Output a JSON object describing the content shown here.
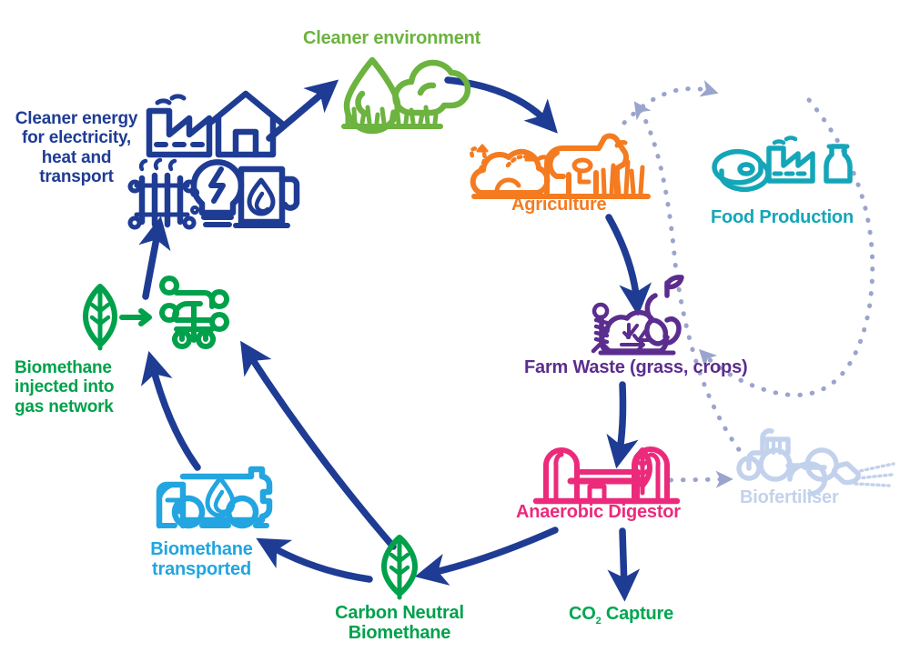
{
  "diagram": {
    "title": "Biomethane circular economy cycle",
    "type": "cycle-diagram"
  },
  "colors": {
    "arrow_blue": "#1F3C94",
    "cleaner_environment_green": "#6CB33F",
    "cleaner_energy_blue": "#1F3C94",
    "agriculture_orange": "#F47B20",
    "food_production_teal": "#14A6B8",
    "farm_waste_purple": "#5B2D8E",
    "anaerobic_digestor_pink": "#EC2A7B",
    "biofertiliser_lightblue": "#C3D2EC",
    "co2_capture_green": "#00A651",
    "carbon_neutral_green": "#00A14B",
    "biomethane_transported_blue": "#22A5E0",
    "gas_network_green": "#00A14B",
    "dotted_line_lavender": "#9BA4CC"
  },
  "nodes": [
    {
      "id": "cleaner-environment",
      "label": "Cleaner environment",
      "color": "#6CB33F",
      "icons": [
        "water-droplet-icon",
        "cloud-icon",
        "grass-icon"
      ],
      "label_position": "above"
    },
    {
      "id": "cleaner-energy",
      "label": "Cleaner energy\nfor electricity,\nheat and\ntransport",
      "label_lines": [
        "Cleaner energy",
        "for electricity,",
        "heat and",
        "transport"
      ],
      "color": "#1F3C94",
      "icons": [
        "factory-icon",
        "house-icon",
        "radiator-icon",
        "lightbulb-icon",
        "fuel-pump-icon"
      ],
      "label_position": "left"
    },
    {
      "id": "agriculture",
      "label": "Agriculture",
      "color": "#F47B20",
      "icons": [
        "bush-icon",
        "cow-icon",
        "grass-icon"
      ],
      "label_position": "below"
    },
    {
      "id": "food-production",
      "label": "Food Production",
      "color": "#14A6B8",
      "icons": [
        "meat-steak-icon",
        "factory-icon",
        "milk-bottle-icon"
      ],
      "label_position": "below"
    },
    {
      "id": "farm-waste",
      "label": "Farm Waste (grass, crops)",
      "color": "#5B2D8E",
      "icons": [
        "fish-bone-icon",
        "apple-core-icon",
        "waste-pile-recycle-icon"
      ],
      "label_position": "below"
    },
    {
      "id": "anaerobic-digestor",
      "label": "Anaerobic Digestor",
      "color": "#EC2A7B",
      "icons": [
        "digester-tanks-icon",
        "leaf-icon"
      ],
      "label_position": "below"
    },
    {
      "id": "biofertiliser",
      "label": "Biofertiliser",
      "color": "#C3D2EC",
      "icons": [
        "tractor-tanker-spreader-icon"
      ],
      "label_position": "below"
    },
    {
      "id": "co2-capture",
      "label_pre": "CO",
      "label_sub": "2",
      "label_post": " Capture",
      "label": "CO2 Capture",
      "color": "#00A651",
      "icons": [],
      "label_position": "below"
    },
    {
      "id": "carbon-neutral-biomethane",
      "label": "Carbon Neutral\nBiomethane",
      "label_lines": [
        "Carbon Neutral",
        "Biomethane"
      ],
      "color": "#00A14B",
      "icons": [
        "leaf-icon"
      ],
      "label_position": "below"
    },
    {
      "id": "biomethane-transported",
      "label": "Biomethane\ntransported",
      "label_lines": [
        "Biomethane",
        "transported"
      ],
      "color": "#22A5E0",
      "icons": [
        "gas-tanker-truck-icon"
      ],
      "label_position": "below"
    },
    {
      "id": "biomethane-gas-network",
      "label": "Biomethane\ninjected into\ngas network",
      "label_lines": [
        "Biomethane",
        "injected into",
        "gas network"
      ],
      "color": "#00A14B",
      "icons": [
        "leaf-icon",
        "arrow-right-icon",
        "gas-network-nodes-icon"
      ],
      "label_position": "left"
    }
  ],
  "connections": [
    {
      "from": "cleaner-energy",
      "to": "cleaner-environment",
      "style": "solid",
      "color": "#1F3C94"
    },
    {
      "from": "cleaner-environment",
      "to": "agriculture",
      "style": "solid",
      "color": "#1F3C94"
    },
    {
      "from": "agriculture",
      "to": "farm-waste",
      "style": "solid",
      "color": "#1F3C94"
    },
    {
      "from": "farm-waste",
      "to": "anaerobic-digestor",
      "style": "solid",
      "color": "#1F3C94"
    },
    {
      "from": "anaerobic-digestor",
      "to": "co2-capture",
      "style": "solid",
      "color": "#1F3C94"
    },
    {
      "from": "anaerobic-digestor",
      "to": "carbon-neutral-biomethane",
      "style": "solid",
      "color": "#1F3C94"
    },
    {
      "from": "carbon-neutral-biomethane",
      "to": "biomethane-transported",
      "style": "solid",
      "color": "#1F3C94"
    },
    {
      "from": "biomethane-transported",
      "to": "biomethane-gas-network",
      "style": "solid",
      "color": "#1F3C94"
    },
    {
      "from": "carbon-neutral-biomethane",
      "to": "biomethane-gas-network",
      "style": "solid",
      "color": "#1F3C94"
    },
    {
      "from": "biomethane-gas-network",
      "to": "cleaner-energy",
      "style": "solid",
      "color": "#1F3C94"
    },
    {
      "from": "agriculture",
      "to": "food-production",
      "style": "dotted",
      "color": "#9BA4CC"
    },
    {
      "from": "food-production",
      "to": "farm-waste",
      "style": "dotted",
      "color": "#9BA4CC"
    },
    {
      "from": "anaerobic-digestor",
      "to": "biofertiliser",
      "style": "dotted",
      "color": "#9BA4CC"
    },
    {
      "from": "biofertiliser",
      "to": "agriculture",
      "style": "dotted",
      "color": "#9BA4CC"
    }
  ]
}
